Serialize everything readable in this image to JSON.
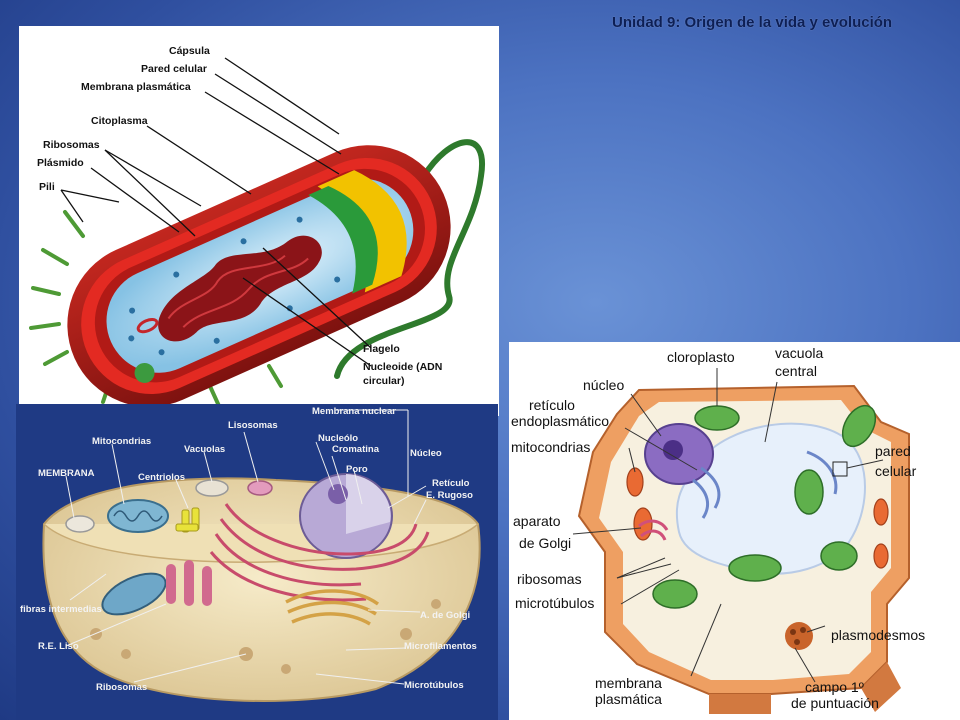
{
  "slide": {
    "title": "Unidad 9: Origen de la vida y evolución"
  },
  "bacteria": {
    "labels": {
      "capsula": "Cápsula",
      "pared": "Pared celular",
      "membrana": "Membrana plasmática",
      "citoplasma": "Citoplasma",
      "ribosomas": "Ribosomas",
      "plasmido": "Plásmido",
      "pili": "Pili",
      "flagelo": "Flagelo",
      "nucleoide_1": "Nucleoide (ADN",
      "nucleoide_2": "circular)"
    }
  },
  "animal": {
    "labels": {
      "membrana_nuclear": "Membrana nuclear",
      "lisosomas": "Lisosomas",
      "mitocondrias": "Mitocondrias",
      "vacuolas": "Vacuolas",
      "nucleolo": "Nucleólo",
      "cromatina": "Cromatina",
      "nucleo": "Núcleo",
      "membrana": "MEMBRANA",
      "centriolos": "Centriolos",
      "poro": "Poro",
      "reticulo_1": "Retículo",
      "reticulo_2": "E. Rugoso",
      "fibras": "fibras intermedias",
      "golgi": "A. de Golgi",
      "re_liso": "R.E. Liso",
      "microfilamentos": "Microfilamentos",
      "ribosomas": "Ribosomas",
      "microtubulos": "Microtúbulos"
    }
  },
  "plant": {
    "labels": {
      "cloroplasto": "cloroplasto",
      "vacuola_1": "vacuola",
      "vacuola_2": "central",
      "nucleo": "núcleo",
      "reticulo_1": "retículo",
      "reticulo_2": "endoplasmático",
      "mitocondrias": "mitocondrias",
      "pared_1": "pared",
      "pared_2": "celular",
      "aparato_1": "aparato",
      "aparato_2": "de Golgi",
      "ribosomas": "ribosomas",
      "microtubulos": "microtúbulos",
      "plasmodesmos": "plasmodesmos",
      "membrana_1": "membrana",
      "membrana_2": "plasmática",
      "campo_1": "campo 1º",
      "campo_2": "de puntuación"
    }
  }
}
